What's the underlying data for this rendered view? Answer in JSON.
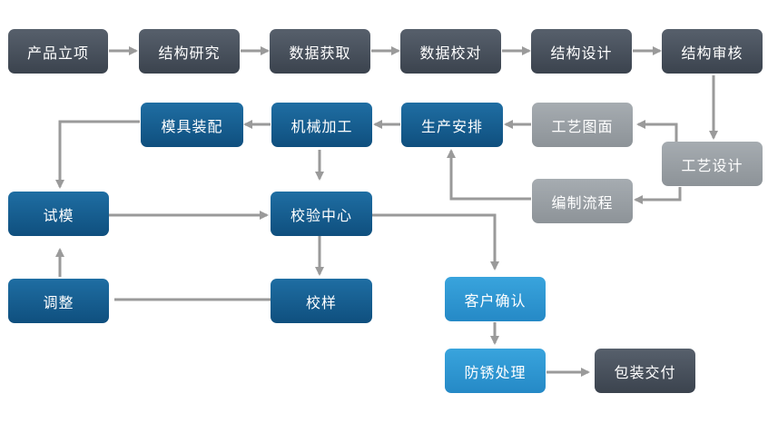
{
  "nodes": {
    "chanpinlixiang": "产品立项",
    "jiegouyanjiu": "结构研究",
    "shujuhuoqu": "数据获取",
    "shujujiaodui": "数据校对",
    "jiegousheji": "结构设计",
    "jiegoushenhe": "结构审核",
    "mojuzhuangpei": "模具装配",
    "jixiejiagong": "机械加工",
    "shengchananpai": "生产安排",
    "gongyitumian": "工艺图面",
    "gongyisheji": "工艺设计",
    "bianzhiliucheng": "编制流程",
    "shimo": "试模",
    "jiaoyanzhongxin": "校验中心",
    "tiaozheng": "调整",
    "jiaoyang": "校样",
    "kehuqueren": "客户确认",
    "fangxiuchuli": "防锈处理",
    "baozhuangjiaofu": "包装交付"
  },
  "colors": {
    "dark": "#3b434e",
    "navy": "#0f4f7e",
    "gray": "#8d9398",
    "light": "#2589c6",
    "connector": "#9a9a9a"
  }
}
